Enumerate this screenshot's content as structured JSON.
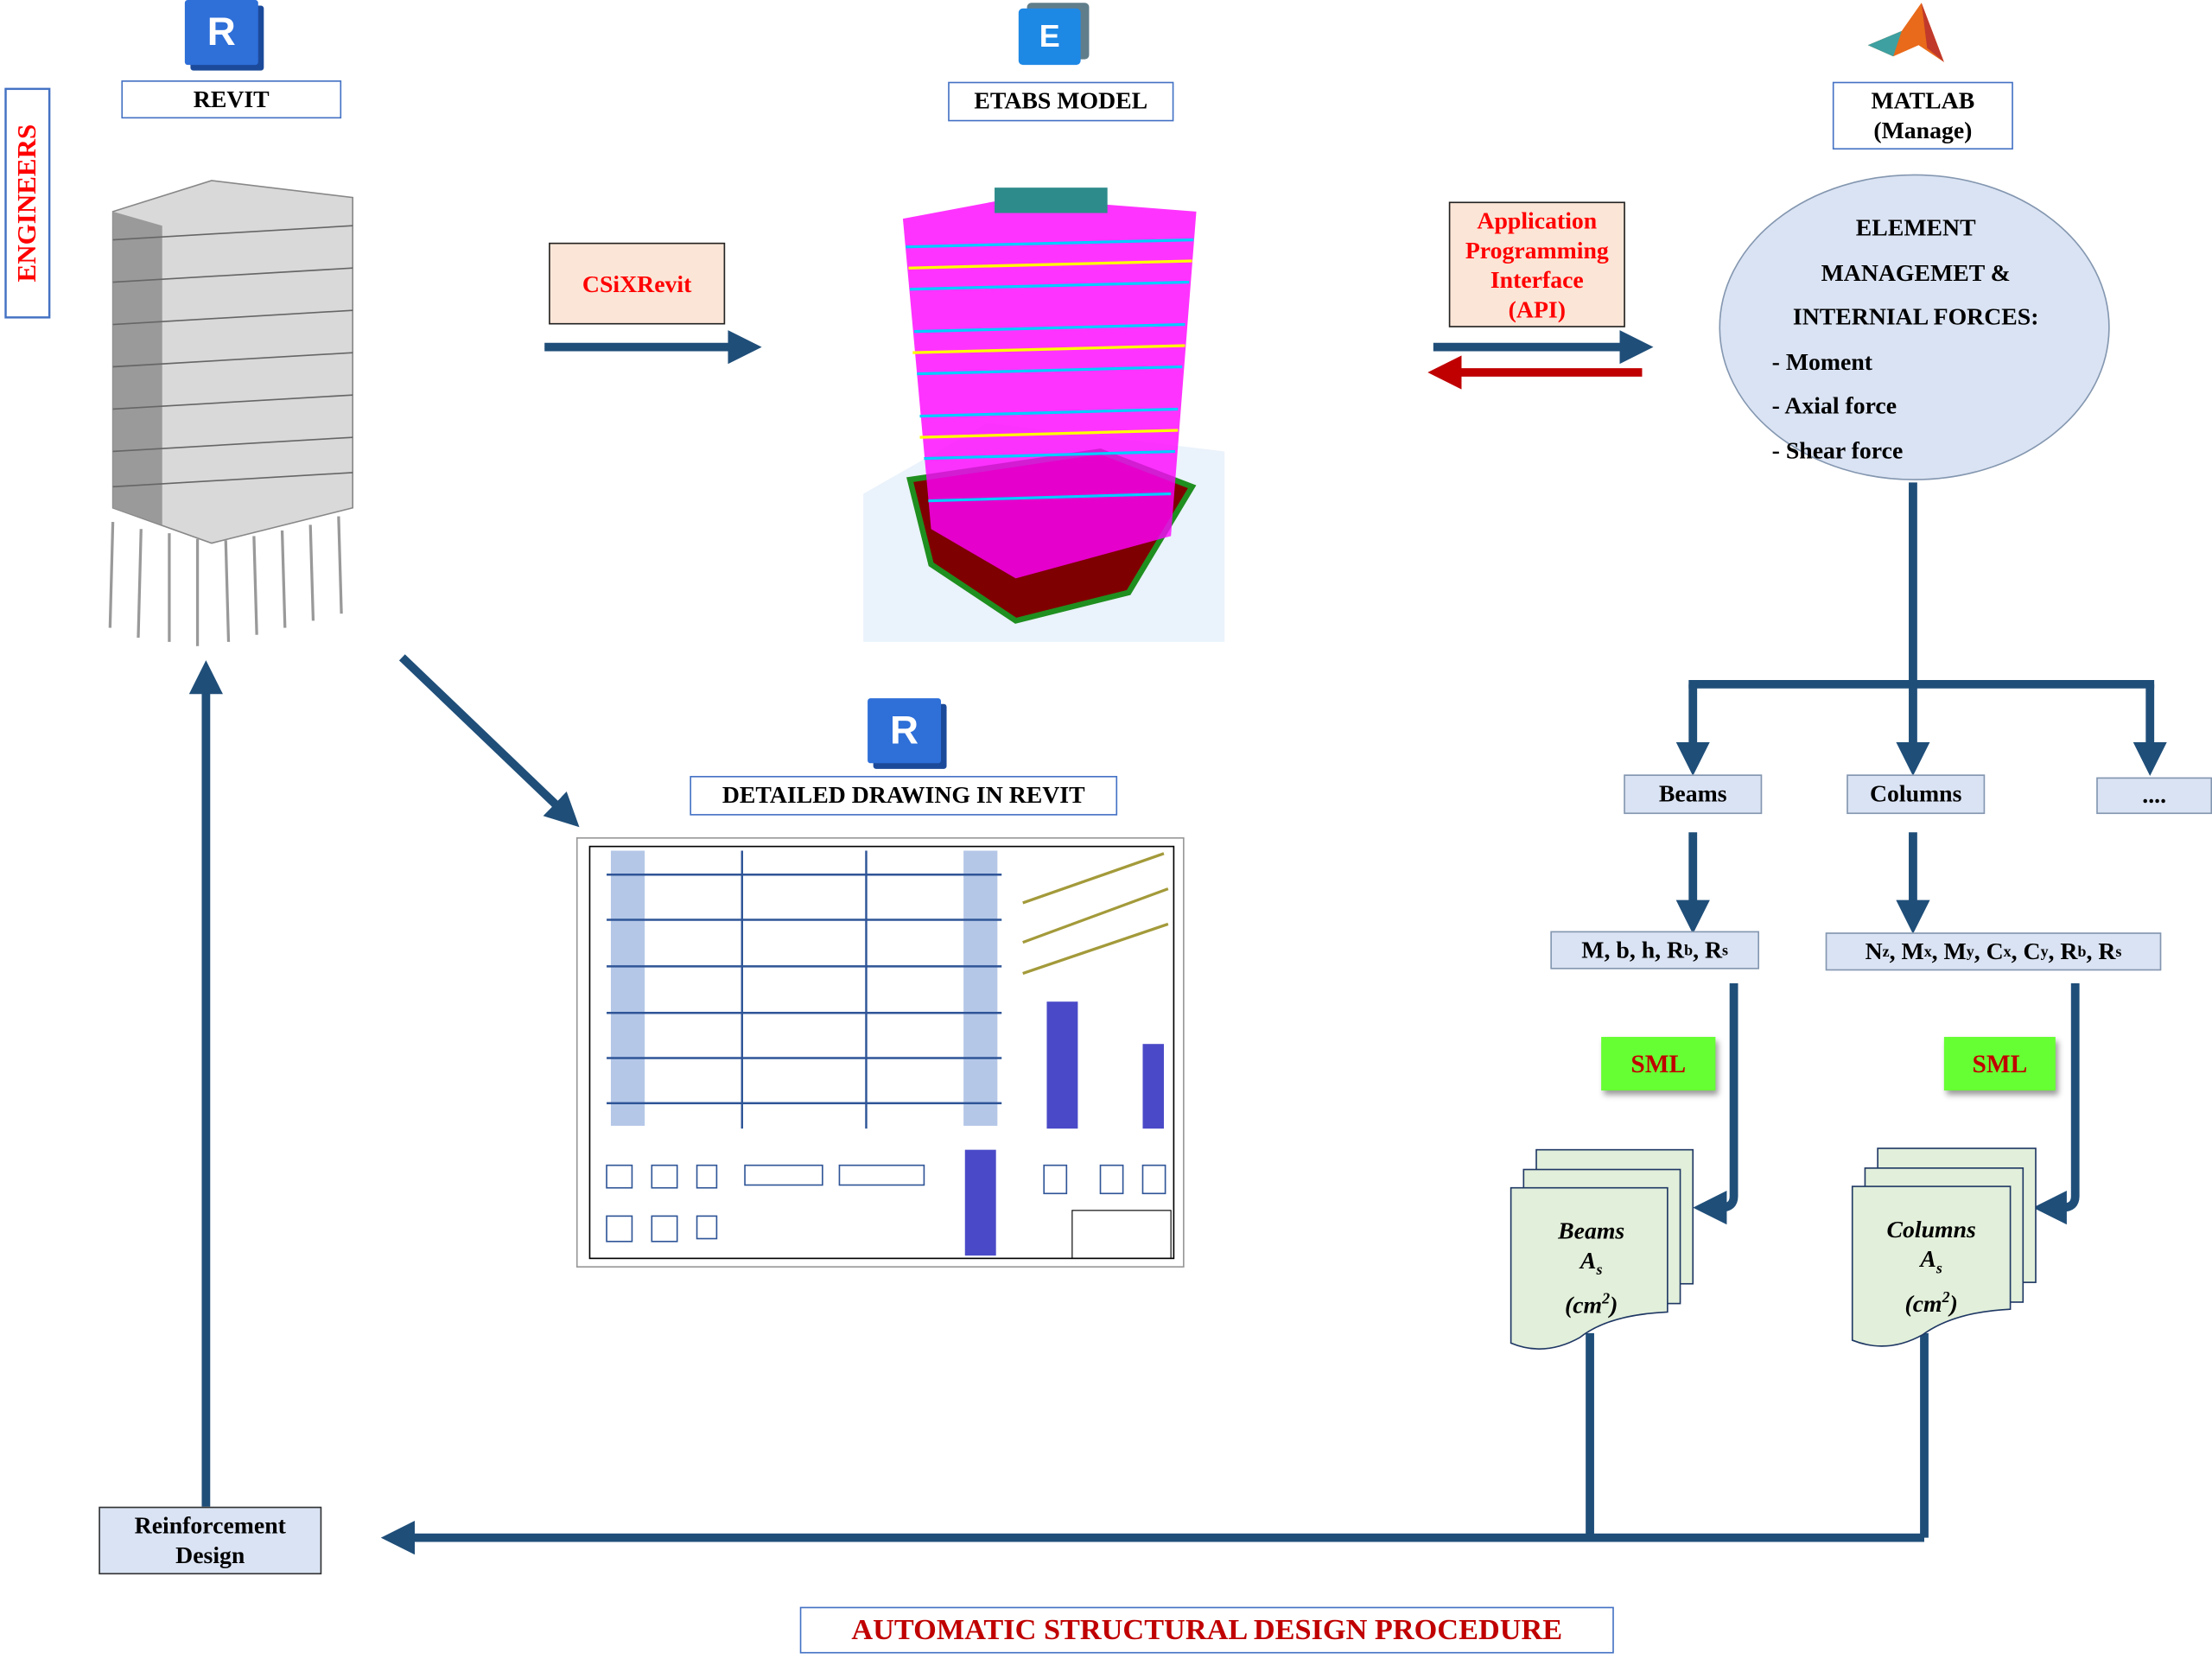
{
  "title": "AUTOMATIC STRUCTURAL DESIGN PROCEDURE",
  "engineers_label": "ENGINEERS",
  "revit": {
    "icon_letter": "R",
    "label": "REVIT"
  },
  "etabs": {
    "icon_letter": "E",
    "label": "ETABS MODEL"
  },
  "matlab": {
    "label_line1": "MATLAB",
    "label_line2": "(Manage)"
  },
  "csixrevit": "CSiXRevit",
  "api": {
    "line1": "Application",
    "line2": "Programming",
    "line3": "Interface",
    "line4": "(API)"
  },
  "element_management": {
    "line1": "ELEMENT",
    "line2": "MANAGEMET &",
    "line3": "INTERNIAL FORCES:",
    "items": [
      "- Moment",
      "- Axial force",
      "- Shear force"
    ]
  },
  "detailed_drawing": {
    "icon_letter": "R",
    "label": "DETAILED DRAWING IN REVIT"
  },
  "categories": {
    "beams": "Beams",
    "columns": "Columns",
    "more": "...."
  },
  "beam_params": {
    "M": "M",
    "b": "b",
    "h": "h",
    "R": "R",
    "sub_b": "b",
    "sub_s": "s"
  },
  "column_params": {
    "N": "N",
    "M": "M",
    "C": "C",
    "R": "R",
    "z": "z",
    "x": "x",
    "y": "y",
    "b": "b",
    "s": "s"
  },
  "sml": "SML",
  "outputs": {
    "beams": {
      "name": "Beams",
      "symbol": "A",
      "sub": "s",
      "unit": "(cm",
      "exp": "2",
      "close": ")"
    },
    "columns": {
      "name": "Columns",
      "symbol": "A",
      "sub": "s",
      "unit": "(cm",
      "exp": "2",
      "close": ")"
    }
  },
  "reinforcement": {
    "line1": "Reinforcement",
    "line2": "Design"
  },
  "colors": {
    "arrow": "#1f4e79",
    "api_return": "#c00000",
    "accent_red": "#ff0000",
    "box_fill": "#dae3f3",
    "sml_fill": "#66ff33",
    "doc_fill": "#e2efda"
  }
}
